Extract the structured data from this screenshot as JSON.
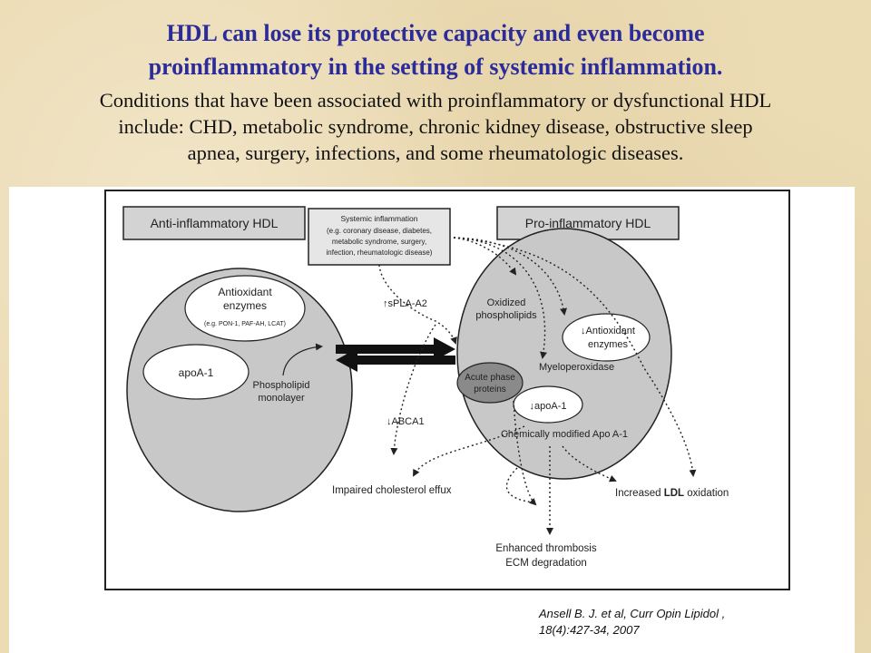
{
  "slide": {
    "title_line1": "HDL can lose its protective capacity and even become",
    "title_line2": "proinflammatory in the setting of systemic inflammation.",
    "subtitle_line1": "Conditions that have been associated with proinflammatory or dysfunctional HDL",
    "subtitle_line2": "include: CHD, metabolic syndrome, chronic kidney disease, obstructive sleep",
    "subtitle_line3": "apnea, surgery, infections, and some rheumatologic diseases."
  },
  "diagram": {
    "anti_header": "Anti-inflammatory HDL",
    "pro_header": "Pro-inflammatory HDL",
    "systemic": {
      "line1": "Systemic inflammation",
      "line2": "(e.g. coronary disease, diabetes,",
      "line3": "metabolic syndrome, surgery,",
      "line4": "infection, rheumatologic disease)"
    },
    "anti": {
      "antioxidant_line1": "Antioxidant",
      "antioxidant_line2": "enzymes",
      "antioxidant_small": "(e.g. PON-1, PAF-AH, LCAT)",
      "apoa1": "apoA-1",
      "phospholipid_line1": "Phospholipid",
      "phospholipid_line2": "monolayer"
    },
    "pro": {
      "oxidized_line1": "Oxidized",
      "oxidized_line2": "phospholipids",
      "antioxidant_line1": "↓Antioxidant",
      "antioxidant_line2": "enzymes",
      "myeloperoxidase": "Myeloperoxidase",
      "acute_line1": "Acute phase",
      "acute_line2": "proteins",
      "apoa1": "↓apoA-1",
      "chem_modified": "Chemically modified Apo A-1"
    },
    "spla2": "↑sPLA-A2",
    "abca1": "↓ABCA1",
    "impaired": "Impaired cholesterol effux",
    "ldl_prefix": "Increased ",
    "ldl_bold": "LDL",
    "ldl_suffix": " oxidation",
    "thrombosis_line1": "Enhanced thrombosis",
    "thrombosis_line2": "ECM degradation"
  },
  "citation": {
    "line1": "Ansell B. J. et al, Curr Opin Lipidol ,",
    "line2": "18(4):427-34, 2007"
  },
  "colors": {
    "title": "#2b2b9a",
    "header_fill": "#d3d3d3",
    "ellipse_fill": "#c8c8c8",
    "acute_fill": "#8a8a8a"
  }
}
